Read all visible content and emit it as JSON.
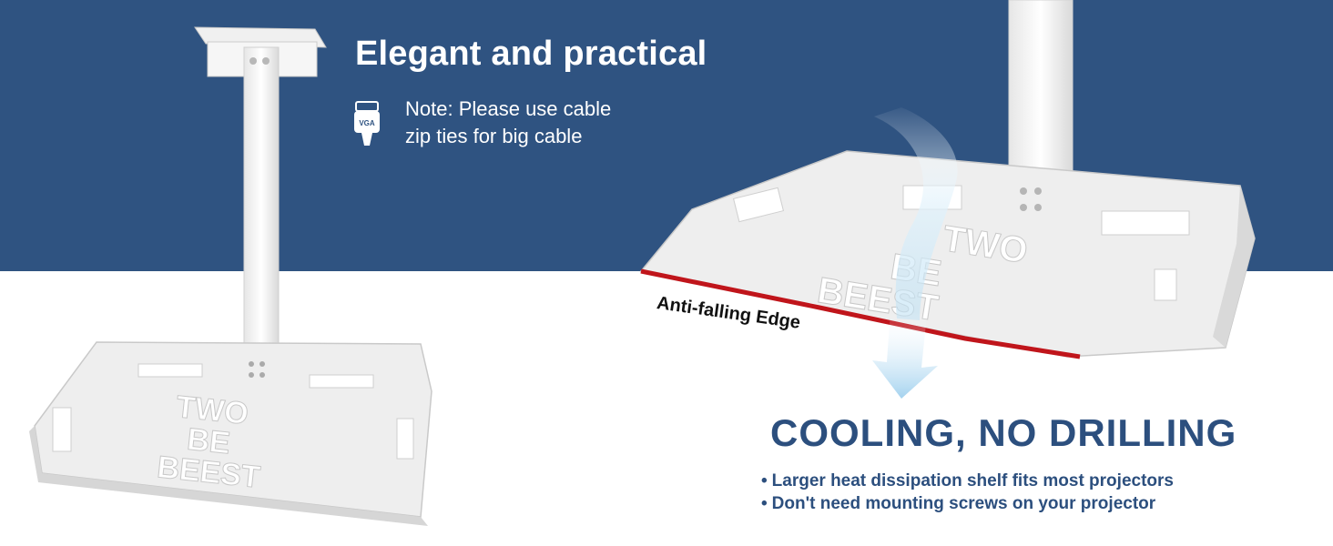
{
  "headline": "Elegant and practical",
  "note": {
    "line1": "Note: Please use cable",
    "line2": "zip ties for big cable",
    "icon_label": "VGA"
  },
  "shelf_text": {
    "line1": "TWO",
    "line2": "BE",
    "line3": "BEEST"
  },
  "edge_label": "Anti-falling Edge",
  "cooling_title": "COOLING, NO DRILLING",
  "bullets": [
    "Larger heat dissipation shelf fits most projectors",
    "Don't need mounting screws on your projector"
  ],
  "colors": {
    "navy_background": "#2f5381",
    "title_navy": "#2c4f7e",
    "edge_red": "#c0151b",
    "white": "#ffffff"
  }
}
